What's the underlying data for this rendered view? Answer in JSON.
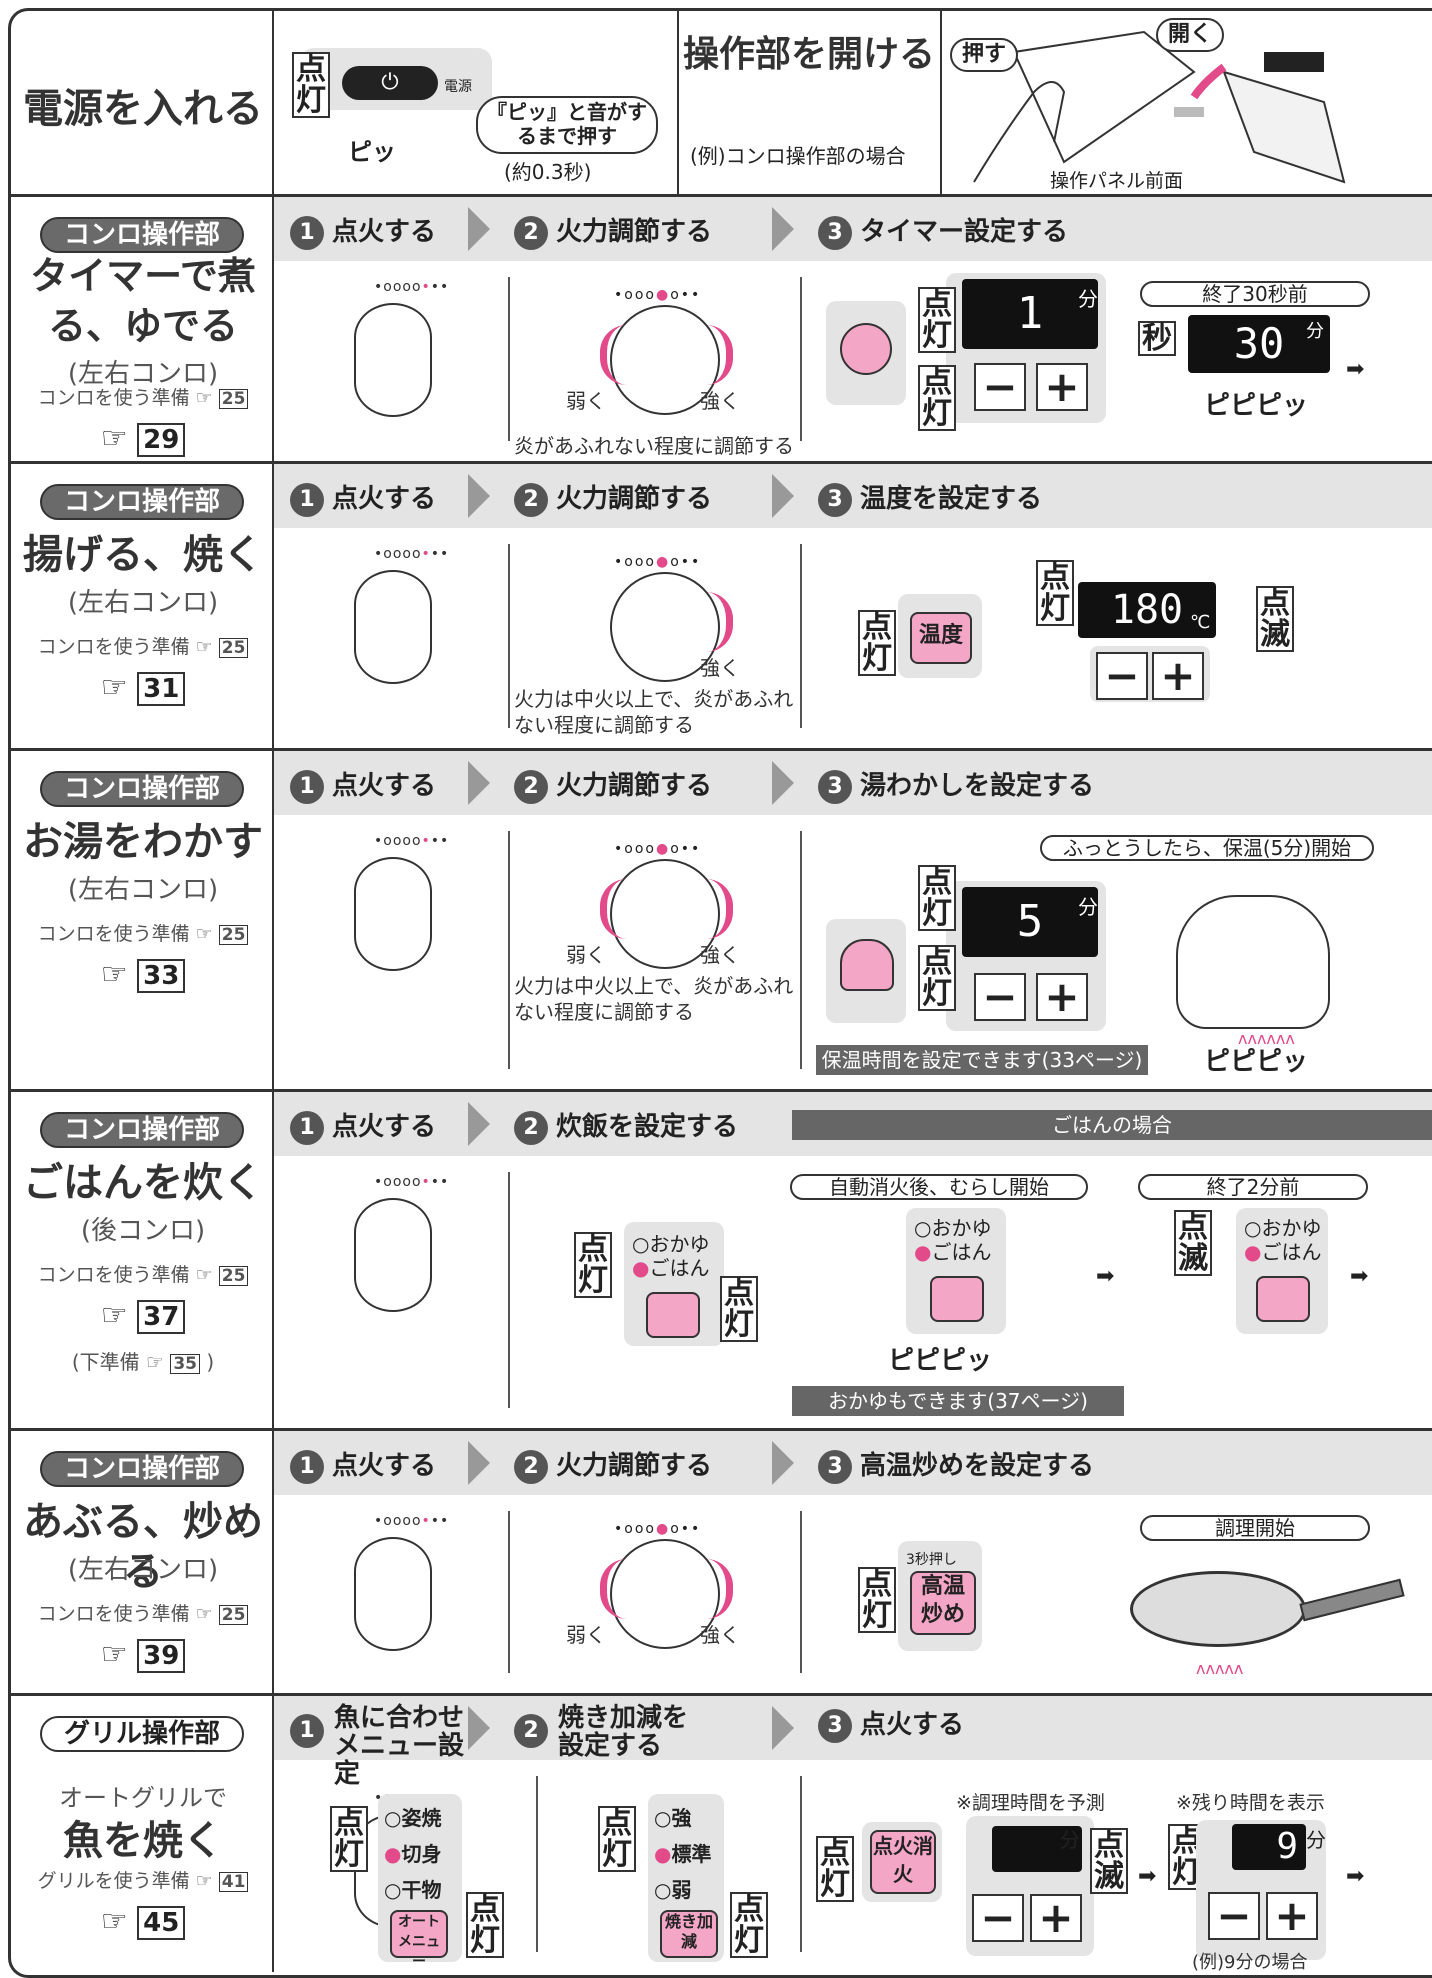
{
  "power": {
    "title": "電源を入れる",
    "tag": "点灯",
    "btn_label": "電源",
    "press_bubble": "『ピッ』と音がするまで押す",
    "time": "(約0.3秒)",
    "beep": "ピッ"
  },
  "open": {
    "title": "操作部を開ける",
    "example": "(例)コンロ操作部の場合",
    "push": "押す",
    "open": "開く",
    "panel": "操作パネル前面"
  },
  "rows": [
    {
      "badge": "コンロ操作部",
      "title": "タイマーで煮る、ゆでる",
      "sub": "(左右コンロ)",
      "prep": "コンロを使う準備",
      "prep_ref": "25",
      "ref": "29",
      "steps": [
        "点火する",
        "火力調節する",
        "タイマー設定する"
      ],
      "dial_note": "炎があふれない程度に調節する",
      "weak": "弱く",
      "strong": "強く",
      "lcd1": "1",
      "unit": "分",
      "end_label": "終了30秒前",
      "sec": "秒",
      "lcd2": "30",
      "beep": "ピピピッ"
    },
    {
      "badge": "コンロ操作部",
      "title": "揚げる、焼く",
      "sub": "(左右コンロ)",
      "prep": "コンロを使う準備",
      "prep_ref": "25",
      "ref": "31",
      "steps": [
        "点火する",
        "火力調節する",
        "温度を設定する"
      ],
      "dial_note": "火力は中火以上で、炎があふれない程度に調節する",
      "strong": "強く",
      "btn": "温度",
      "lcd": "180",
      "celsius": "℃",
      "blink": "点滅"
    },
    {
      "badge": "コンロ操作部",
      "title": "お湯をわかす",
      "sub": "(左右コンロ)",
      "prep": "コンロを使う準備",
      "prep_ref": "25",
      "ref": "33",
      "steps": [
        "点火する",
        "火力調節する",
        "湯わかしを設定する"
      ],
      "dial_note": "火力は中火以上で、炎があふれない程度に調節する",
      "weak": "弱く",
      "strong": "強く",
      "lcd": "5",
      "unit": "分",
      "note": "ふっとうしたら、保温(5分)開始",
      "bar": "保温時間を設定できます(33ページ)",
      "beep": "ピピピッ"
    },
    {
      "badge": "コンロ操作部",
      "title": "ごはんを炊く",
      "sub": "(後コンロ)",
      "prep": "コンロを使う準備",
      "prep_ref": "25",
      "ref": "37",
      "sub_prep": "(下準備",
      "sub_prep_ref": "35",
      "steps": [
        "点火する",
        "炊飯を設定する"
      ],
      "header": "ごはんの場合",
      "label1": "自動消火後、むらし開始",
      "label2": "終了2分前",
      "opt1": "おかゆ",
      "opt2": "ごはん",
      "beep": "ピピピッ",
      "bar": "おかゆもできます(37ページ)"
    },
    {
      "badge": "コンロ操作部",
      "title": "あぶる、炒める",
      "sub": "(左右コンロ)",
      "prep": "コンロを使う準備",
      "prep_ref": "25",
      "ref": "39",
      "steps": [
        "点火する",
        "火力調節する",
        "高温炒めを設定する"
      ],
      "weak": "弱く",
      "strong": "強く",
      "hold": "3秒押し",
      "btn": "高温炒め",
      "start": "調理開始"
    },
    {
      "badge": "グリル操作部",
      "title1": "オートグリルで",
      "title": "魚を焼く",
      "prep": "グリルを使う準備",
      "prep_ref": "41",
      "ref": "45",
      "steps": [
        "魚に合わせメニュー設定",
        "焼き加減を設定する",
        "点火する"
      ],
      "menu": [
        "姿焼",
        "切身",
        "干物"
      ],
      "menu_btn": "オートメニュー",
      "level": [
        "強",
        "標準",
        "弱"
      ],
      "level_btn": "焼き加減",
      "ignite": "点火消火",
      "predict": "※調理時間を予測",
      "remain": "※残り時間を表示",
      "unit": "分",
      "lcd": "9",
      "example": "(例)9分の場合"
    }
  ],
  "tags": {
    "lit": "点灯",
    "blink": "点滅"
  }
}
